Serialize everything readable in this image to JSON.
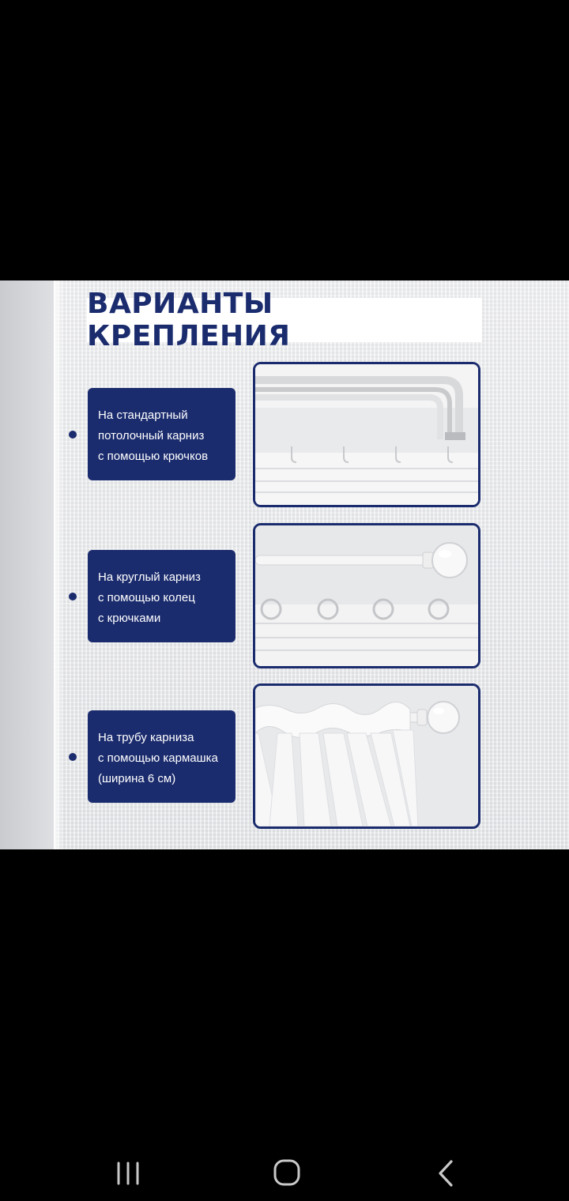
{
  "header": {
    "title": "ВАРИАНТЫ КРЕПЛЕНИЯ"
  },
  "options": [
    {
      "lines": [
        "На стандартный",
        "потолочный карниз",
        "с помощью крючков"
      ],
      "photo": "ceiling-track-with-hooks"
    },
    {
      "lines": [
        "На круглый карниз",
        "с помощью колец",
        "с крючками"
      ],
      "photo": "round-rod-with-rings"
    },
    {
      "lines": [
        "На трубу карниза",
        "с помощью кармашка",
        "(ширина 6 см)"
      ],
      "photo": "rod-pocket-curtain"
    }
  ],
  "colors": {
    "accent": "#1b2c6e",
    "background": "#000000",
    "fabric": "#ecedef"
  },
  "nav": {
    "icons": [
      "recent-apps-icon",
      "home-icon",
      "back-icon"
    ]
  }
}
